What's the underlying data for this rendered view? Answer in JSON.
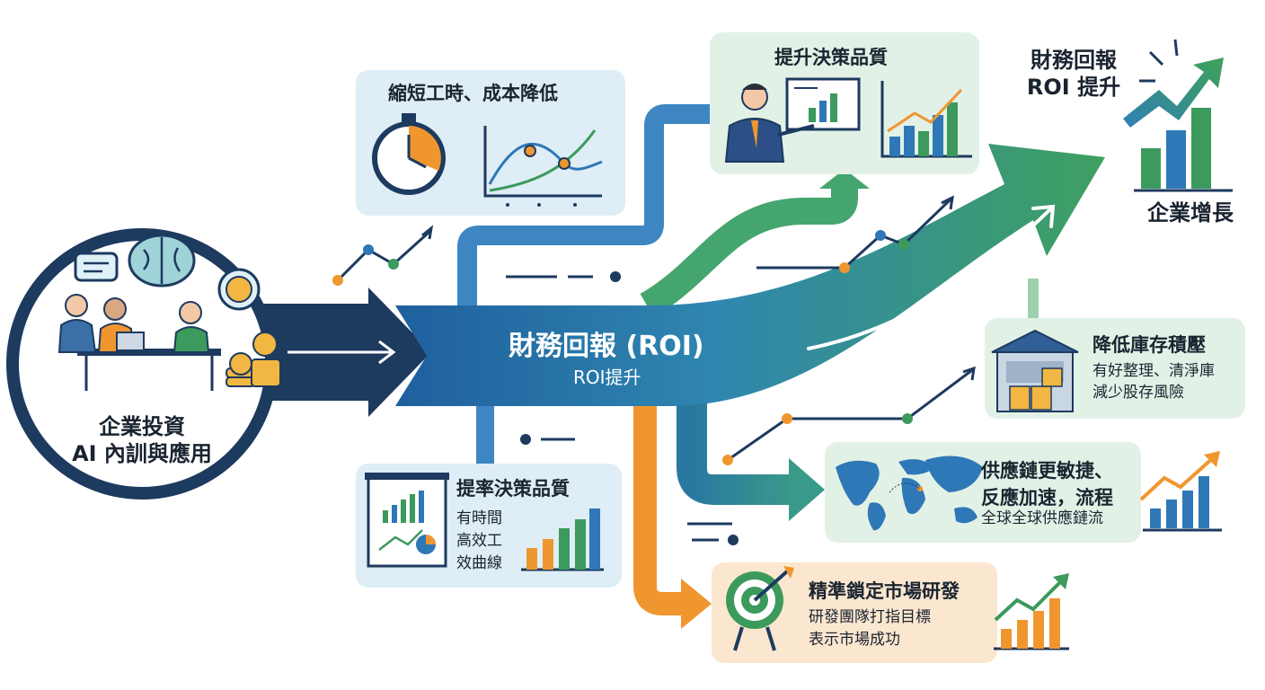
{
  "start": {
    "label_line1": "企業投資",
    "label_line2": "AI 內訓與應用"
  },
  "main_arrow": {
    "label": "財務回報 (ROI)",
    "sublabel": "ROI提升"
  },
  "goal": {
    "title_line1": "財務回報",
    "title_line2": "ROI 提升",
    "caption": "企業增長"
  },
  "branches": {
    "reduce_hours": {
      "title": "縮短工時、成本降低"
    },
    "decision_quality": {
      "title": "提升決策品質"
    },
    "inventory": {
      "title": "降低庫存積壓",
      "line1": "有好整理、清淨庫",
      "line2": "減少股存風險"
    },
    "supply_chain": {
      "title_line1": "供應鏈更敏捷、",
      "title_line2": "反應加速，流程",
      "line3": "全球全球供應鏈流"
    },
    "efficiency": {
      "title": "提率決策品質",
      "line1": "有時間",
      "line2": "高效工",
      "line3": "效曲線"
    },
    "market": {
      "title": "精準鎖定市場研發",
      "line1": "研發團隊打指目標",
      "line2": "表示市場成功"
    }
  },
  "colors": {
    "navy": "#1d3a5f",
    "blue": "#2f78b7",
    "green": "#3c9a5c",
    "teal": "#2e8a86",
    "orange": "#f0962f",
    "box_blue": "#deedf6",
    "box_green": "#e2f1e6",
    "box_orange": "#fbe6cf"
  }
}
